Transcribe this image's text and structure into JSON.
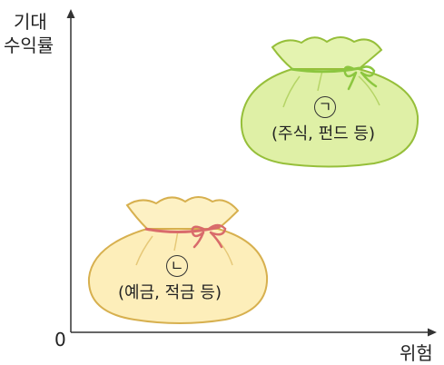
{
  "axes": {
    "y_label_line1": "기대",
    "y_label_line2": "수익률",
    "x_label": "위험",
    "origin_label": "0"
  },
  "bags": [
    {
      "symbol": "ㄱ",
      "caption": "(주식, 펀드 등)",
      "fill_color": "#dff0a6",
      "stroke_color": "#96bf3a",
      "ribbon_color": "#8cc63f",
      "level": "high risk, high expected return"
    },
    {
      "symbol": "ㄴ",
      "caption": "(예금, 적금 등)",
      "fill_color": "#fdeeba",
      "stroke_color": "#d7b04f",
      "ribbon_color": "#d96b6b",
      "level": "low risk, low expected return"
    }
  ],
  "colors": {
    "axis": "#333333",
    "text": "#222222"
  }
}
